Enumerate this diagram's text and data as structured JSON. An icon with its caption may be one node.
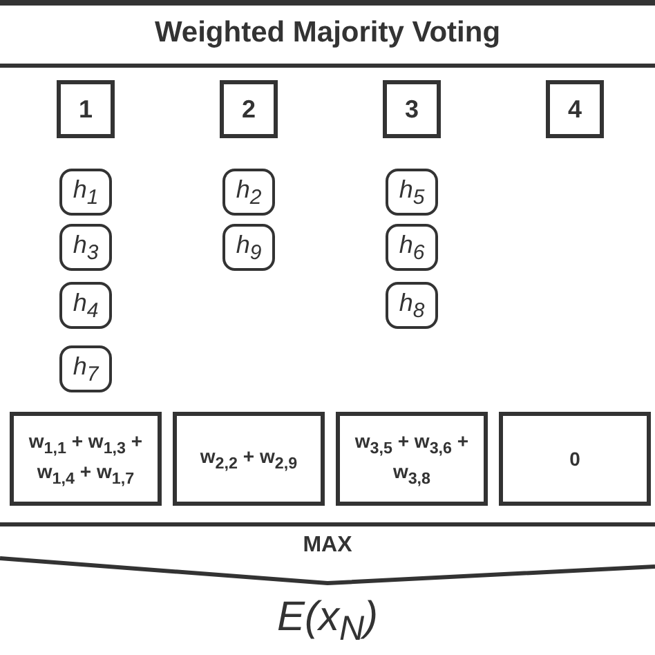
{
  "diagram": {
    "title": "Weighted Majority Voting",
    "nodes": [
      {
        "text": [
          "1"
        ]
      },
      {
        "text": [
          "2"
        ]
      },
      {
        "text": [
          "3"
        ]
      },
      {
        "text": [
          "4"
        ]
      },
      {
        "text": [
          "h$_{1}$"
        ]
      },
      {
        "text": [
          "h$_{2}$"
        ]
      },
      {
        "text": [
          "h$_{5}$"
        ]
      },
      {
        "text": [
          "h$_{3}$"
        ]
      },
      {
        "text": [
          "h$_{9}$"
        ]
      },
      {
        "text": [
          "h$_{6}$"
        ]
      },
      {
        "text": [
          "h$_{4}$"
        ]
      },
      {
        "text": [
          "h$_{8}$"
        ]
      },
      {
        "text": [
          "h$_{7}$"
        ]
      },
      {
        "text": [
          "w$_{1,1}$ + w$_{1,3}$ + w$_{1,4}$ + w$_{1,7}$"
        ]
      },
      {
        "text": [
          "w$_{2,2}$ + w$_{2,9}$"
        ]
      },
      {
        "text": [
          "w$_{3,5}$ + w$_{3,6}$ + w$_{3,8}$"
        ]
      },
      {
        "text": [
          "0"
        ]
      },
      {
        "text": [
          "MAX"
        ]
      }
    ],
    "labels": [
      "E(x$_{N}$)"
    ]
  }
}
